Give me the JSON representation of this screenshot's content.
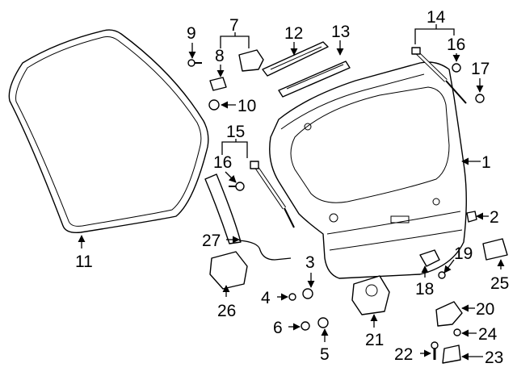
{
  "title": "Liftgate components parts diagram",
  "callouts": [
    "1",
    "2",
    "3",
    "4",
    "5",
    "6",
    "7",
    "8",
    "9",
    "10",
    "11",
    "12",
    "13",
    "14",
    "15",
    "16",
    "16",
    "17",
    "18",
    "19",
    "20",
    "21",
    "22",
    "23",
    "24",
    "25",
    "26",
    "27"
  ]
}
